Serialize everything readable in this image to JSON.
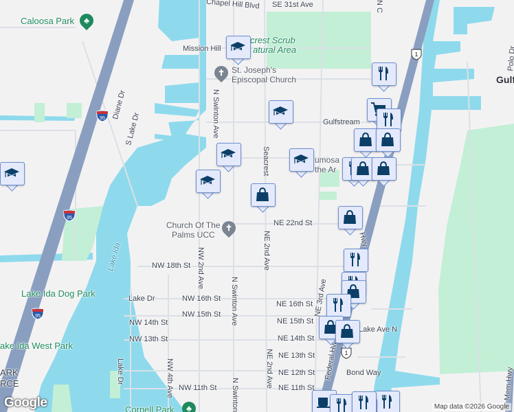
{
  "map": {
    "colors": {
      "land": "#f3f2f3",
      "water": "#8edaec",
      "park": "#c2efd5",
      "highway": "#8a9fc0",
      "road": "#d9dde3",
      "marker_fill": "#e4eafc",
      "marker_border": "#6d8fcf",
      "marker_icon": "#0b3f67",
      "park_label": "#1e8a5e",
      "poi_pin": "#7a8591"
    },
    "parks": [
      {
        "name": "Caloosa Park"
      },
      {
        "name": "Seacrest Scrub Natural Area",
        "visible_text": [
          "crest Scrub",
          "atural Area"
        ]
      },
      {
        "name": "Lake Ida Dog Park"
      },
      {
        "name": "Lake Ida West Park",
        "visible_text": "ake Ida West Park"
      },
      {
        "name": "Cornell Park"
      }
    ],
    "pois": [
      {
        "name": "St. Joseph's Episcopal Church",
        "lines": [
          "St. Joseph's",
          "Episcopal Church"
        ]
      },
      {
        "name": "Church Of The Palms UCC",
        "lines": [
          "Church Of The",
          "Palms UCC"
        ]
      },
      {
        "name": "Mosaic of the Arts",
        "lines": [
          "umosa",
          "the Ar"
        ]
      }
    ],
    "water_labels": [
      "Lake Ida"
    ],
    "area_labels": [
      "ARK",
      "RCE"
    ],
    "streets": {
      "chapel_hill": "Chapel Hill Blvd",
      "se31": "SE 31st Ave",
      "mission_hill": "Mission Hill",
      "n_swinton_top": "N Swinton Ave",
      "n_swinton_mid": "N Swinton Ave",
      "n_swinton_bot": "N Swinton",
      "gulfstream": "Gulfstream",
      "gulf_right": "Gulf",
      "seacrest": "Seacrest",
      "ne22": "NE 22nd St",
      "ne2nd_top": "NE 2nd Ave",
      "ne2nd_bot": "NE 2nd Ave",
      "nw18": "NW 18th St",
      "nw2nd": "NW 2nd Ave",
      "lake_dr": "Lake Dr",
      "nw16": "NW 16th St",
      "nw15": "NW 15th St",
      "nw14": "NW 14th St",
      "nw13": "NW 13th St",
      "lake_dr_v": "Lake Dr",
      "nw4th": "NW 4th Ave",
      "nw11": "NW 11th St",
      "ne16": "NE 16th St",
      "ne15": "NE 15th St",
      "ne14": "NE 14th St",
      "ne13": "NE 13th St",
      "ne12": "NE 12th St",
      "ne11": "NE 11th St",
      "ne3rd": "NE 3rd Ave",
      "federal_hwy": "Federal Hwy",
      "hwy": "Hwy",
      "lake_ave_n": "Lake Ave N",
      "bond_way": "Bond Way",
      "diane_dr": "Diane Dr",
      "s_lake_dr": "S Lake Dr",
      "polo_dr": "Polo Dr",
      "nc": "N C",
      "mem_hwy": "ett Mem Hwy"
    },
    "shields": [
      {
        "type": "interstate",
        "number": "95"
      },
      {
        "type": "interstate",
        "number": "95"
      },
      {
        "type": "interstate",
        "number": "95"
      },
      {
        "type": "us",
        "number": "1"
      },
      {
        "type": "us",
        "number": "1"
      }
    ],
    "markers": [
      {
        "type": "school"
      },
      {
        "type": "school"
      },
      {
        "type": "school"
      },
      {
        "type": "school"
      },
      {
        "type": "school"
      },
      {
        "type": "school"
      },
      {
        "type": "restaurant"
      },
      {
        "type": "grocery"
      },
      {
        "type": "restaurant"
      },
      {
        "type": "shopping"
      },
      {
        "type": "shopping"
      },
      {
        "type": "restaurant"
      },
      {
        "type": "shopping"
      },
      {
        "type": "shopping"
      },
      {
        "type": "shopping"
      },
      {
        "type": "shopping"
      },
      {
        "type": "restaurant"
      },
      {
        "type": "restaurant"
      },
      {
        "type": "shopping"
      },
      {
        "type": "restaurant"
      },
      {
        "type": "shopping"
      },
      {
        "type": "shopping"
      },
      {
        "type": "cafe"
      },
      {
        "type": "restaurant"
      },
      {
        "type": "restaurant"
      },
      {
        "type": "school"
      },
      {
        "type": "restaurant"
      }
    ],
    "attribution": "Map data ©2026 Google",
    "logo": "Google"
  }
}
